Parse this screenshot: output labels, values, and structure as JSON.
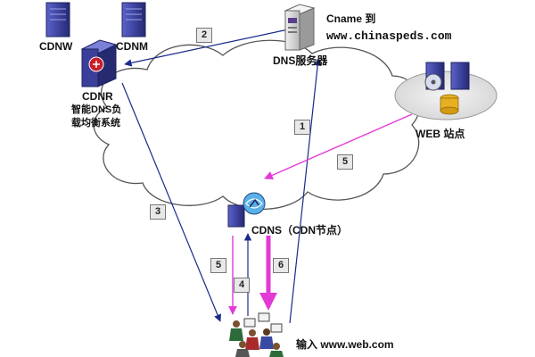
{
  "labels": {
    "cdnw": "CDNW",
    "cdnm": "CDNM",
    "cdnr": "CDNR",
    "cdnr_desc_1": "智能DNS负",
    "cdnr_desc_2": "载均衡系统",
    "cname_1": "Cname 到",
    "cname_2": "www.chinaspeds.com",
    "dns_server": "DNS服务器",
    "web_site": "WEB 站点",
    "cdns": "CDNS（CDN节点）",
    "user": "输入 www.web.com"
  },
  "steps": [
    "1",
    "2",
    "3",
    "4",
    "5",
    "5",
    "6"
  ],
  "colors": {
    "arrow_navy": "#1a2a8a",
    "arrow_magenta": "#e23ad6",
    "cloud_outline": "#555555",
    "server_blue": "#3a3f9a"
  },
  "icons": {
    "dns_server": "server-tower-icon",
    "cdn_servers": "server-tower-icon",
    "cdnr": "load-balancer-icon",
    "web_site": "web-server-cluster-icon",
    "cdns": "cdn-node-icon",
    "user": "users-at-computers-icon"
  }
}
